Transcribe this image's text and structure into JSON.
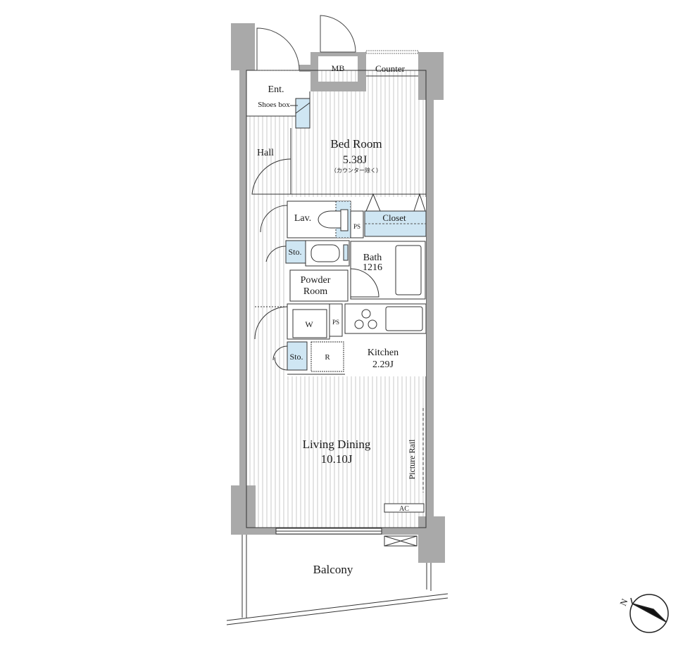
{
  "rooms": {
    "entrance": "Ent.",
    "shoes_box": "Shoes box",
    "mb": "MB",
    "counter": "Counter",
    "hall": "Hall",
    "bed_room": "Bed Room",
    "bed_room_size": "5.38J",
    "bed_room_note": "（カウンター除く）",
    "lavatory": "Lav.",
    "ps_1": "PS",
    "closet": "Closet",
    "storage_1": "Sto.",
    "bath": "Bath",
    "bath_size": "1216",
    "powder_room_line1": "Powder",
    "powder_room_line2": "Room",
    "washer": "W",
    "ps_2": "PS",
    "storage_2": "Sto.",
    "refrigerator": "R",
    "kitchen": "Kitchen",
    "kitchen_size": "2.29J",
    "living_dining": "Living Dining",
    "living_dining_size": "10.10J",
    "picture_rail": "Picture Rail",
    "air_conditioner": "AC",
    "balcony": "Balcony",
    "north": "N"
  },
  "colors": {
    "wall": "#a9a9a9",
    "floor_stripe": "#c8c8c8",
    "storage_fill": "#cfe6f3",
    "line": "#333333"
  }
}
